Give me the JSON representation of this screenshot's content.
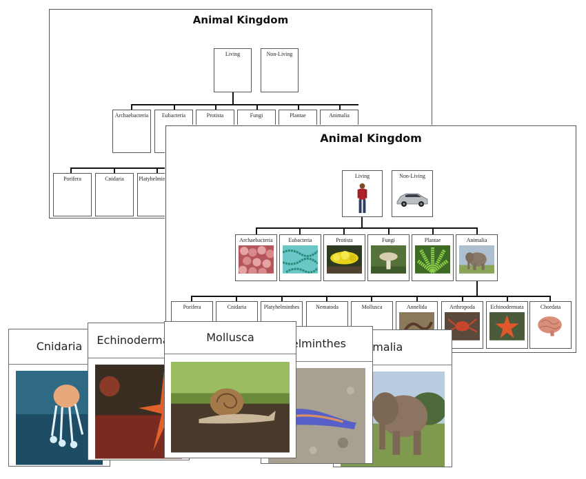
{
  "back_sheet": {
    "title": "Animal Kingdom",
    "top": [
      "Living",
      "Non-Living"
    ],
    "kingdoms": [
      "Archaebacteria",
      "Eubacteria",
      "Protista",
      "Fungi",
      "Plantae",
      "Animalia"
    ],
    "phyla": [
      "Porifera",
      "Cnidaria",
      "Platyhelminthes"
    ]
  },
  "front_sheet": {
    "title": "Animal Kingdom",
    "top": [
      "Living",
      "Non-Living"
    ],
    "kingdoms": [
      "Archaebacteria",
      "Eubacteria",
      "Protista",
      "Fungi",
      "Plantae",
      "Animalia"
    ],
    "phyla": [
      "Porifera",
      "Cnidaria",
      "Platyhelminthes",
      "Nematoda",
      "Mollusca",
      "Annelida",
      "Arthropoda",
      "Echinodermata",
      "Chordata"
    ]
  },
  "cards": [
    "Cnidaria",
    "Echinodermata",
    "Mollusca",
    "Platyhelminthes",
    "Animalia"
  ],
  "colors": {
    "line": "#111111",
    "border": "#555555"
  }
}
